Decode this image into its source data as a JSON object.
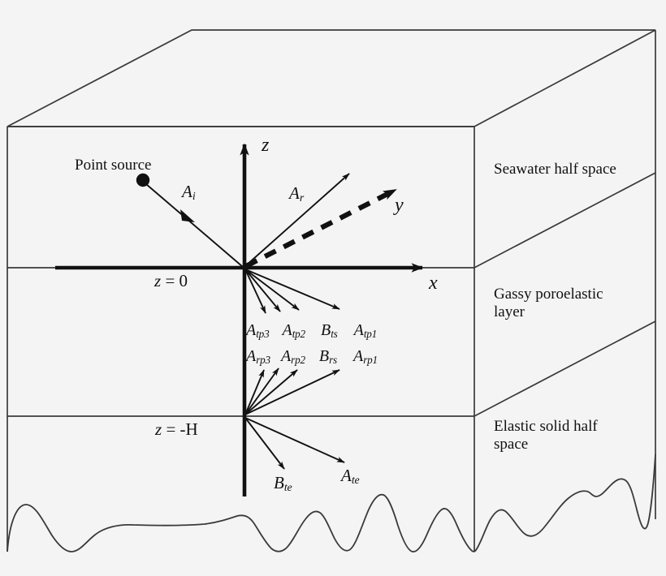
{
  "figure": {
    "kind": "schematic-diagram",
    "description": "Three-layer marine acoustic model: seawater half space over a gassy poroelastic layer over an elastic solid half space, with a point source and ray paths",
    "background_color": "#f4f4f4",
    "line_color": "#3a3a3a",
    "ink_color": "#111111"
  },
  "layers": [
    {
      "id": "seawater",
      "label": "Seawater half space"
    },
    {
      "id": "poroelastic",
      "label": "Gassy poroelastic\nlayer",
      "line1": "Gassy poroelastic",
      "line2": "layer"
    },
    {
      "id": "elastic",
      "label": "Elastic solid half\nspace",
      "line1": "Elastic solid half",
      "line2": "space"
    }
  ],
  "axes": {
    "z_label": "z",
    "x_label": "x",
    "y_label": "y"
  },
  "interfaces": {
    "top_label": "z = 0",
    "top_label_text": "z",
    "top_label_eq": "= 0",
    "bottom_label": "z = -H",
    "bottom_label_eq": "= -H"
  },
  "source": {
    "label": "Point source",
    "incident_ray_label": "A",
    "incident_ray_sub": "i"
  },
  "reflected_up": {
    "label": "A",
    "sub": "r"
  },
  "transmitted_rays": [
    {
      "base": "A",
      "sub": "tp3"
    },
    {
      "base": "A",
      "sub": "tp2"
    },
    {
      "base": "B",
      "sub": "ts"
    },
    {
      "base": "A",
      "sub": "tp1"
    }
  ],
  "reflected_rays": [
    {
      "base": "A",
      "sub": "rp3"
    },
    {
      "base": "A",
      "sub": "rp2"
    },
    {
      "base": "B",
      "sub": "rs"
    },
    {
      "base": "A",
      "sub": "rp1"
    }
  ],
  "elastic_rays": [
    {
      "base": "B",
      "sub": "te"
    },
    {
      "base": "A",
      "sub": "te"
    }
  ]
}
